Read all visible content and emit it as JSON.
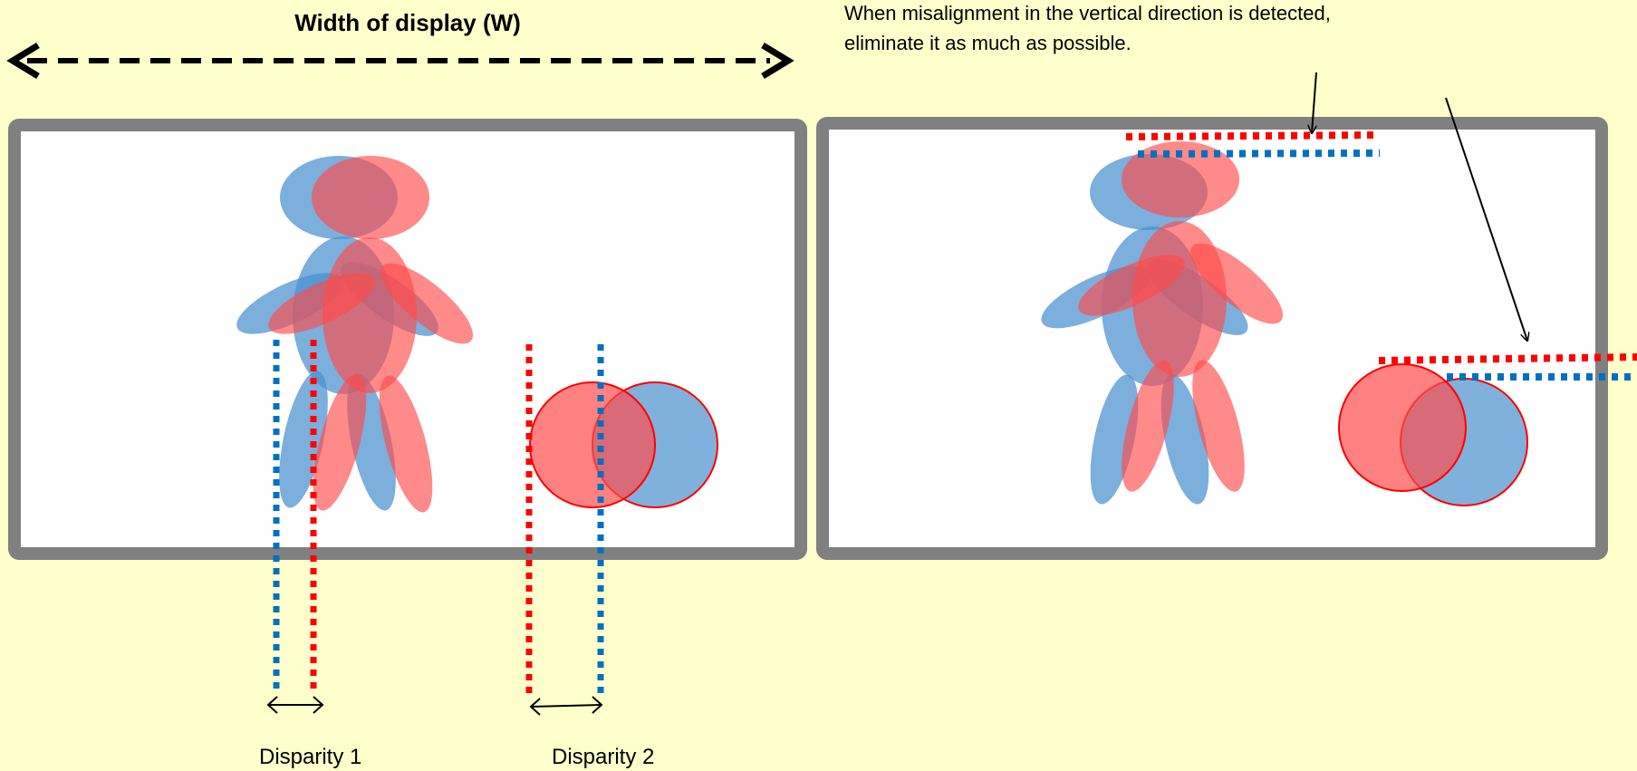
{
  "labels": {
    "width_title": "Width of display (W)",
    "note_line1": "When misalignment in the vertical direction is detected,",
    "note_line2": "eliminate it as much as possible.",
    "disparity1": "Disparity 1",
    "disparity2": "Disparity 2"
  },
  "colors": {
    "background": "#FFFFCC",
    "frame": "#808080",
    "panel": "#FFFFFF",
    "left_eye_red": "#FF4C4C",
    "right_eye_blue": "#4A90CF",
    "dotted_red": "#FF0000",
    "dotted_blue": "#0070C0",
    "arrow": "#000000"
  }
}
